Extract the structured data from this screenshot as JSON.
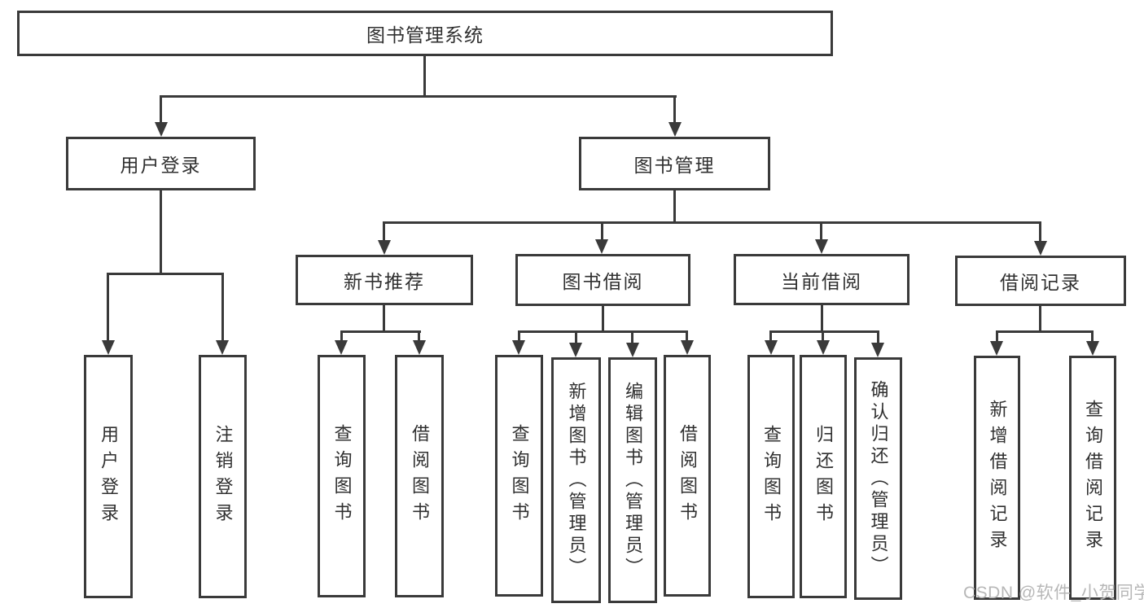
{
  "diagram": {
    "root": {
      "label": "图书管理系统"
    },
    "branches": [
      {
        "label": "用户登录",
        "children": [
          {
            "label": "用户登录"
          },
          {
            "label": "注销登录"
          }
        ]
      },
      {
        "label": "图书管理",
        "children": [
          {
            "label": "新书推荐",
            "children": [
              {
                "label": "查询图书"
              },
              {
                "label": "借阅图书"
              }
            ]
          },
          {
            "label": "图书借阅",
            "children": [
              {
                "label": "查询图书"
              },
              {
                "label": "新增图书（管理员）"
              },
              {
                "label": "编辑图书（管理员）"
              },
              {
                "label": "借阅图书"
              }
            ]
          },
          {
            "label": "当前借阅",
            "children": [
              {
                "label": "查询图书"
              },
              {
                "label": "归还图书"
              },
              {
                "label": "确认归还（管理员）"
              }
            ]
          },
          {
            "label": "借阅记录",
            "children": [
              {
                "label": "新增借阅记录"
              },
              {
                "label": "查询借阅记录"
              }
            ]
          }
        ]
      }
    ]
  },
  "watermark": {
    "text": "CSDN @软件_小贺同学"
  },
  "colors": {
    "line": "#3a3a3a",
    "text": "#303030",
    "background": "#ffffff",
    "watermark": "#b7b7b7"
  }
}
